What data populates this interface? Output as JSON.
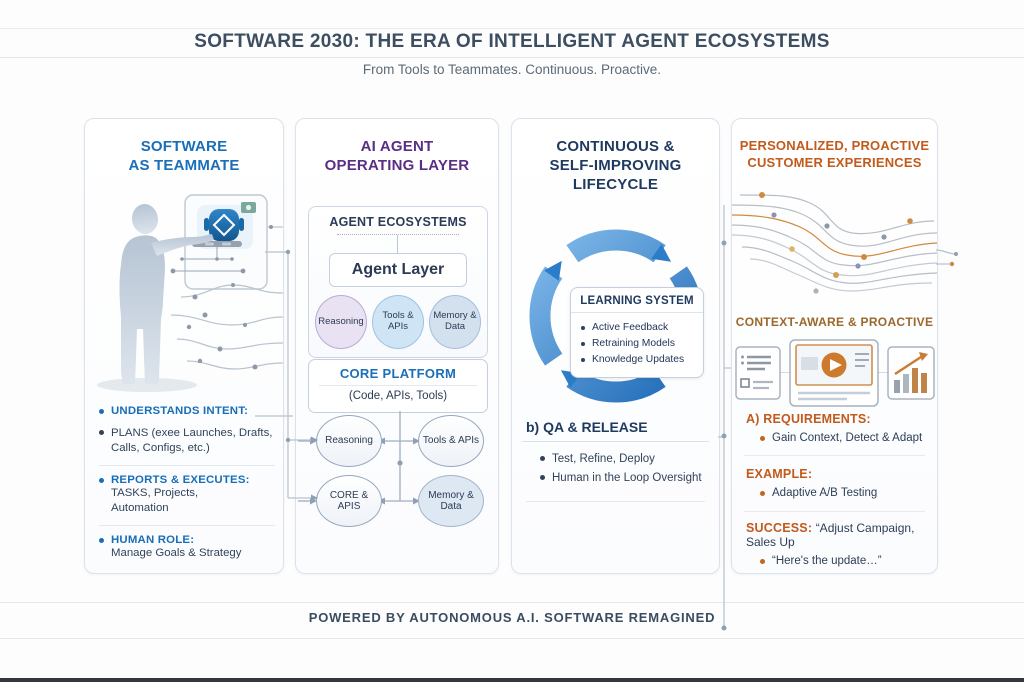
{
  "header": {
    "title": "SOFTWARE 2030: THE ERA OF INTELLIGENT AGENT ECOSYSTEMS",
    "subtitle": "From Tools to Teammates. Continuous. Proactive."
  },
  "col1": {
    "title_line1": "SOFTWARE",
    "title_line2": "AS TEAMMATE",
    "items": [
      {
        "heading": "UNDERSTANDS INTENT:"
      },
      {
        "body": "PLANS (exee Launches, Drafts,\nCalls, Configs, etc.)"
      },
      {
        "heading": "REPORTS & EXECUTES:",
        "body": "TASKS, Projects,\nAutomation"
      },
      {
        "heading": "HUMAN ROLE:",
        "body": "Manage Goals & Strategy"
      }
    ]
  },
  "col2": {
    "title_line1": "AI AGENT",
    "title_line2": "OPERATING LAYER",
    "ecosystems_title": "AGENT ECOSYSTEMS",
    "agent_layer_label": "Agent Layer",
    "circles": [
      "Reasoning",
      "Tools & APIs",
      "Memory & Data"
    ],
    "core_platform_title": "CORE PLATFORM",
    "core_platform_sub": "(Code, APIs, Tools)",
    "nodes": [
      "Reasoning",
      "Tools & APIs",
      "CORE & APIS",
      "Memory & Data"
    ]
  },
  "col3": {
    "title_line1": "CONTINUOUS &",
    "title_line2": "SELF-IMPROVING",
    "title_line3": "LIFECYCLE",
    "learning": {
      "title": "LEARNING SYSTEM",
      "bullets": [
        "Active Feedback",
        "Retraining Models",
        "Knowledge Updates"
      ]
    },
    "qa_heading": "b) QA & RELEASE",
    "qa_bullets": [
      "Test, Refine, Deploy",
      "Human in the Loop Oversight"
    ]
  },
  "col4": {
    "title_line1": "PERSONALIZED, PROACTIVE",
    "title_line2": "CUSTOMER EXPERIENCES",
    "context_heading": "CONTEXT-AWARE & PROACTIVE",
    "requirements_heading": "A) REQUIREMENTS:",
    "requirements_bullets": [
      "Gain Context, Detect & Adapt"
    ],
    "example_heading": "EXAMPLE:",
    "example_bullets": [
      "Adaptive A/B Testing"
    ],
    "success_heading": "SUCCESS:",
    "success_text": "“Adjust Campaign, Sales Up",
    "success_bullets": [
      "“Here's the update…”"
    ]
  },
  "footer": {
    "text": "POWERED BY AUTONOMOUS A.I. SOFTWARE REMAGINED"
  },
  "colors": {
    "teammate_blue": "#1a6fb8",
    "agent_purple": "#5b2e86",
    "lifecycle_navy": "#1e3a5f",
    "customer_orange": "#c25a1b",
    "context_brown": "#9c672b",
    "cycle_blue": "#2e7fd0",
    "body_navy": "#31435a"
  }
}
